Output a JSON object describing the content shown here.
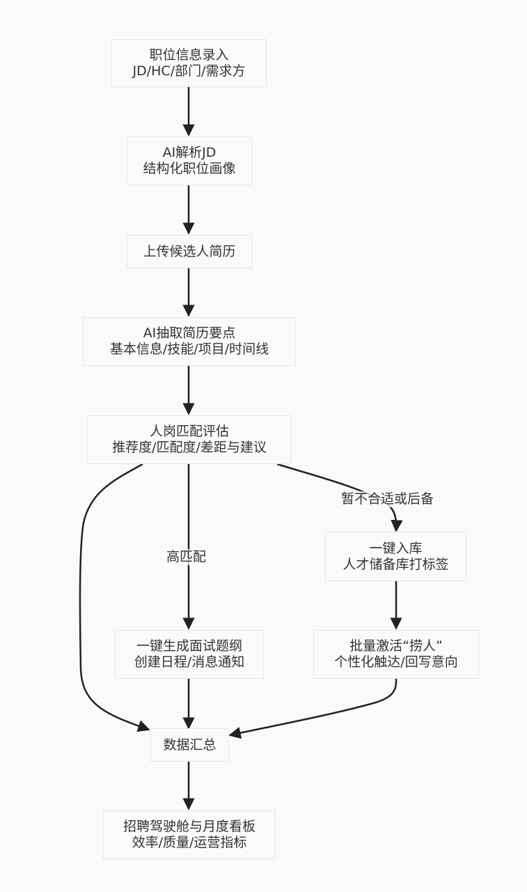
{
  "nodes": {
    "job_input": {
      "line1": "职位信息录入",
      "line2": "JD/HC/部门/需求方"
    },
    "ai_parse_jd": {
      "line1": "AI解析JD",
      "line2": "结构化职位画像"
    },
    "upload_resume": {
      "line1": "上传候选人简历"
    },
    "ai_extract": {
      "line1": "AI抽取简历要点",
      "line2": "基本信息/技能/项目/时间线"
    },
    "match_eval": {
      "line1": "人岗匹配评估",
      "line2": "推荐度/匹配度/差距与建议"
    },
    "talent_pool": {
      "line1": "一键入库",
      "line2": "人才储备库打标签"
    },
    "interview": {
      "line1": "一键生成面试题纲",
      "line2": "创建日程/消息通知"
    },
    "activate": {
      "line1": "批量激活“捞人”",
      "line2": "个性化触达/回写意向"
    },
    "data_summary": {
      "line1": "数据汇总"
    },
    "dashboard": {
      "line1": "招聘驾驶舱与月度看板",
      "line2": "效率/质量/运营指标"
    }
  },
  "edge_labels": {
    "high_match": "高匹配",
    "not_fit": "暂不合适或后备"
  },
  "colors": {
    "stroke": "#222222",
    "node_border": "#e6e6e6",
    "background": "#fafafa"
  }
}
